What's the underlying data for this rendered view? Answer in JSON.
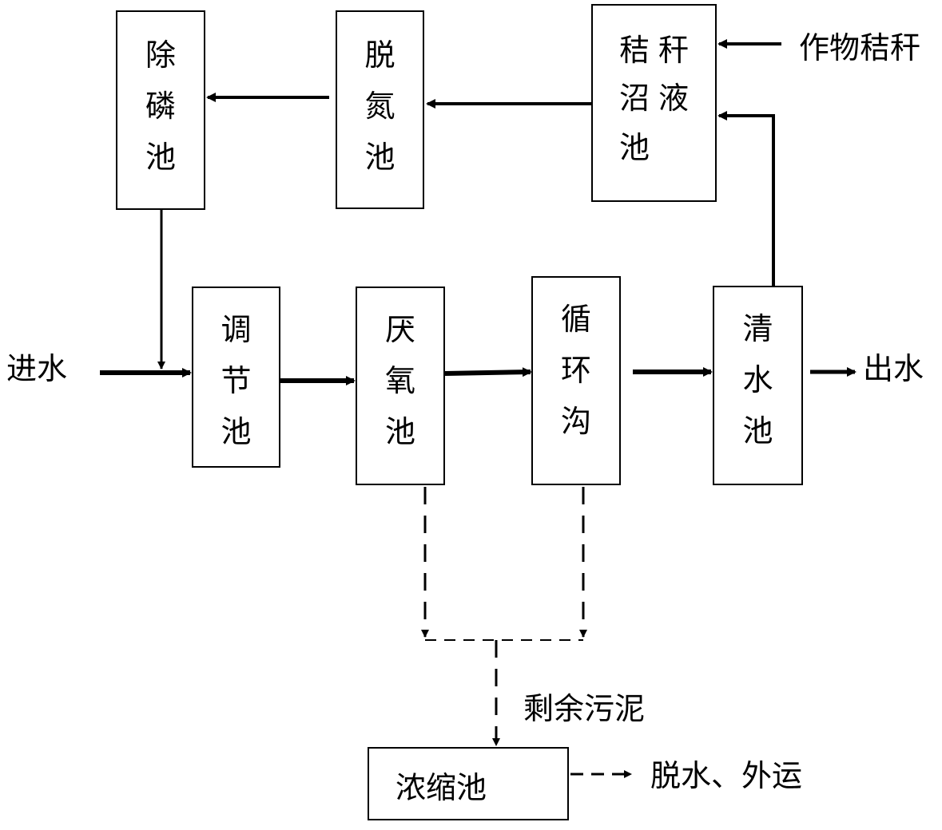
{
  "nodes": {
    "phosphorus_removal": "除\n磷\n池",
    "denitrification": "脱\n氮\n池",
    "straw_biogas": {
      "row1_col1": "秸",
      "row1_col2": "秆",
      "row2_col1": "沼",
      "row2_col2": "液",
      "row3_col1": "池"
    },
    "regulating": "调\n节\n池",
    "anaerobic": "厌\n氧\n池",
    "circulation_ditch": "循\n环\n沟",
    "clear_water": "清\n水\n池",
    "thickener": "浓缩池"
  },
  "labels": {
    "crop_straw": "作物秸秆",
    "water_in": "进水",
    "water_out": "出水",
    "excess_sludge": "剩余污泥",
    "dewater_transport": "脱水、外运"
  },
  "colors": {
    "line": "#000000",
    "background": "#ffffff"
  }
}
